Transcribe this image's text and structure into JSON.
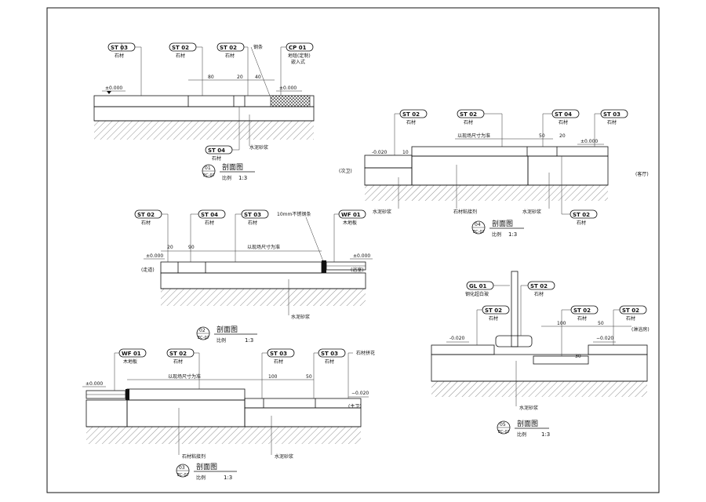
{
  "labels": {
    "st03": "ST 03",
    "st02": "ST 02",
    "st04": "ST 04",
    "cp01": "CP 01",
    "wf01": "WF 01",
    "gl01": "GL 01",
    "stone": "石材",
    "carpet": "地毯(定制)",
    "embed": "嵌入式",
    "steel_strip": "钢条",
    "wood_floor": "木地板",
    "glass": "钢化超白玻",
    "stainless": "10mm不锈钢条",
    "mortar": "水泥砂浆",
    "adhesive": "石材粘接剂",
    "stone_edge": "石材拼花",
    "site_size": "以现场尺寸为准",
    "level_0": "±0.000",
    "level_m20": "-0.020",
    "level_m20b": "−0.020",
    "section": "剖面图",
    "scale_label": "比例",
    "scale": "1:3",
    "ref": "EC-07"
  },
  "rooms": {
    "second_bath": "(次卫)",
    "living": "(客厅)",
    "corridor": "(走道)",
    "bath": "(浴室)",
    "master_bath": "(主卫)",
    "shower": "(淋浴房)"
  },
  "dims": {
    "d80": "80",
    "d20": "20",
    "d40": "40",
    "d90": "90",
    "d50": "50",
    "d100": "100",
    "d30": "30",
    "d10": "10"
  },
  "details": [
    {
      "num": "01"
    },
    {
      "num": "02"
    },
    {
      "num": "03"
    },
    {
      "num": "04"
    },
    {
      "num": "05"
    }
  ]
}
